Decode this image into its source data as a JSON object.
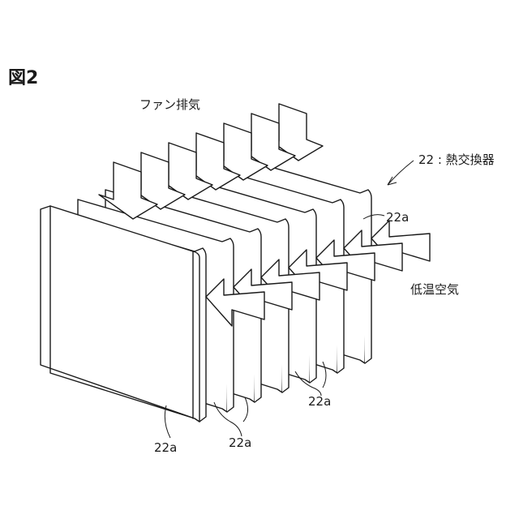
{
  "figure": {
    "title": "図2"
  },
  "labels": {
    "fan_exhaust": "ファン排気",
    "heat_exchanger": "22 : 熱交換器",
    "low_temp_air": "低温空気",
    "fin_right": "22a",
    "fin_mid": "22a",
    "fin_front": "22a",
    "fin_bottom": "22a"
  },
  "colors": {
    "line": "#1a1a1a",
    "fill": "#ffffff"
  }
}
